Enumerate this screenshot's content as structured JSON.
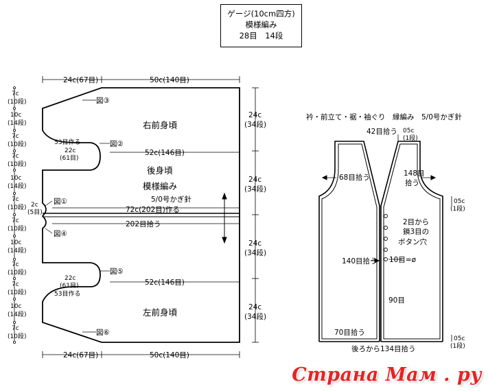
{
  "gauge": {
    "line1": "ゲージ(10cm四方)",
    "line2": "模様編み",
    "line3": "28目　14段"
  },
  "left_diagram": {
    "top_dims": {
      "left": "24c(67目)",
      "right": "50c(140目)"
    },
    "bottom_dims": {
      "left": "24c(67目)",
      "right": "50c(140目)"
    },
    "side_labels": [
      {
        "c": "7c",
        "r": "(10段)"
      },
      {
        "c": "10c",
        "r": "(14段)"
      },
      {
        "c": "7c",
        "r": "(10段)"
      },
      {
        "c": "7c",
        "r": "(10段)"
      },
      {
        "c": "10c",
        "r": "(14段)"
      },
      {
        "c": "7c",
        "r": "(10段)"
      },
      {
        "c": "7c",
        "r": "(10段)"
      },
      {
        "c": "10c",
        "r": "(14段)"
      },
      {
        "c": "7c",
        "r": "(10段)"
      },
      {
        "c": "7c",
        "r": "(10段)"
      },
      {
        "c": "10c",
        "r": "(14段)"
      },
      {
        "c": "7c",
        "r": "(10段)"
      }
    ],
    "right_dims": [
      {
        "c": "24c",
        "r": "(34段)"
      },
      {
        "c": "24c",
        "r": "(34段)"
      },
      {
        "c": "24c",
        "r": "(34段)"
      },
      {
        "c": "24c",
        "r": "(34段)"
      }
    ],
    "right_front": "右前身頃",
    "back": "後身頃",
    "pattern": "模様編み",
    "hook": "5/0号かぎ針",
    "left_front": "左前身頃",
    "fig1": "図①",
    "fig2": "図②",
    "fig3": "図③",
    "fig4": "図④",
    "fig5": "図⑤",
    "fig6": "図⑥",
    "make53_top": "53目作る",
    "make53_bottom": "53目作る",
    "c22_top": "22c",
    "s61_top": "(61目)",
    "c22_bottom": "22c",
    "s61_bottom": "(61目)",
    "w52_top": "52c(146目)",
    "w52_bottom": "52c(146目)",
    "w72": "72c(202目)作る",
    "pick202": "202目拾う",
    "c2": "2c",
    "s5": "(5目)"
  },
  "right_diagram": {
    "title": "衿・前立て・裾・袖ぐり　縁編み　5/0号かぎ針",
    "pick42": "42目拾う",
    "c05_top": "05c",
    "r1_top": "(1段)",
    "pick68": "68目拾う",
    "pick148a": "148目",
    "pick148b": "拾う",
    "c05_mid": "05c",
    "r1_mid": "(1段)",
    "btn1": "2目から",
    "btn2": "鎖3目の",
    "btn3": "ボタン穴",
    "pick140": "140目拾う",
    "dot10": "10目=ø",
    "s90": "90目",
    "pick70": "70目拾う",
    "c05_bot": "05c",
    "r1_bot": "(1段)",
    "back134": "後ろから134目拾う"
  },
  "watermark": "Страна Мам . ру"
}
